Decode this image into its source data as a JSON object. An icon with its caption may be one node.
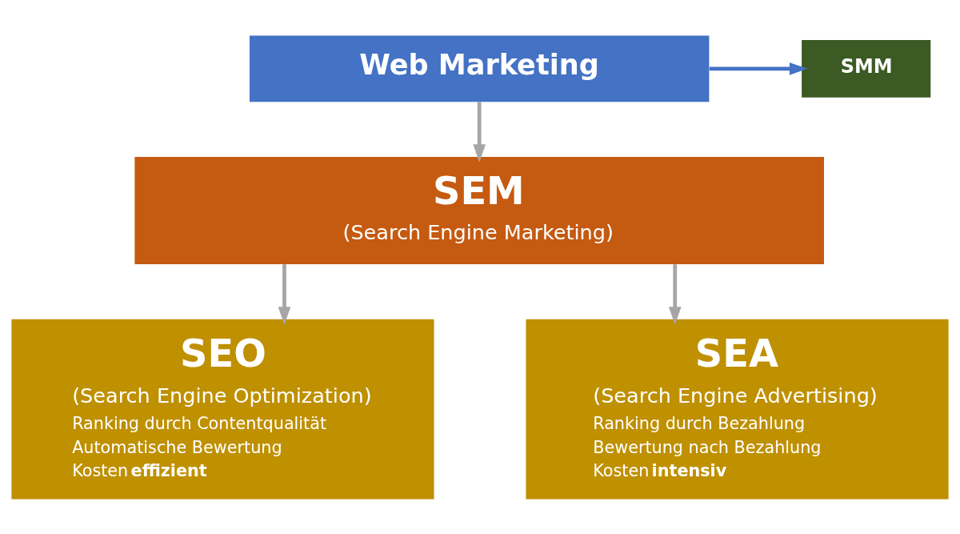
{
  "diagram": {
    "nodes": [
      {
        "text": [
          "Web Marketing"
        ]
      },
      {
        "text": [
          "SMM"
        ]
      },
      {
        "text": [
          "SEM",
          "(Search Engine Marketing)"
        ]
      },
      {
        "text": [
          "SEO",
          "(Search Engine Optimization)",
          "Ranking durch Contentqualität",
          "Automatische Bewertung",
          "Kosten**effizient**"
        ]
      },
      {
        "text": [
          "SEA",
          "(Search Engine Advertising)",
          "Ranking durch Bezahlung",
          "Bewertung nach Bezahlung",
          "Kosten**intensiv**"
        ]
      }
    ],
    "edges": [
      {
        "from": 0,
        "to": 1,
        "arrow": "to",
        "color": "#4472c4"
      },
      {
        "from": 0,
        "to": 2,
        "arrow": "to"
      },
      {
        "from": 2,
        "to": 3,
        "arrow": "to"
      },
      {
        "from": 2,
        "to": 4,
        "arrow": "to"
      }
    ]
  }
}
